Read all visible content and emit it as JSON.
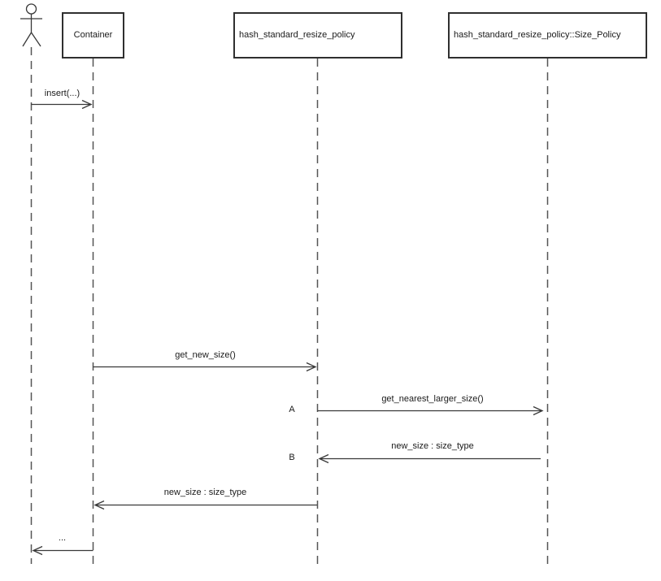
{
  "diagram_type": "uml-sequence-diagram",
  "actor": {
    "icon": "stick-figure-actor-icon"
  },
  "participants": [
    {
      "label": "Container"
    },
    {
      "label": "hash_standard_resize_policy"
    },
    {
      "label": "hash_standard_resize_policy::Size_Policy"
    }
  ],
  "messages": [
    {
      "label": "insert(...)",
      "from": "actor",
      "to": "Container",
      "direction": "right"
    },
    {
      "label": "get_new_size()",
      "from": "Container",
      "to": "hash_standard_resize_policy",
      "direction": "right"
    },
    {
      "label": "get_nearest_larger_size()",
      "marker": "A",
      "from": "hash_standard_resize_policy",
      "to": "hash_standard_resize_policy::Size_Policy",
      "direction": "right"
    },
    {
      "label": "new_size : size_type",
      "marker": "B",
      "from": "hash_standard_resize_policy::Size_Policy",
      "to": "hash_standard_resize_policy",
      "direction": "left"
    },
    {
      "label": "new_size : size_type",
      "from": "hash_standard_resize_policy",
      "to": "Container",
      "direction": "left"
    },
    {
      "label": "...",
      "from": "Container",
      "to": "actor",
      "direction": "left"
    }
  ],
  "colors": {
    "line": "#383838",
    "lifeline": "#555555",
    "box_border": "#2f2f2f",
    "text": "#1a1a1a",
    "background": "#ffffff"
  }
}
